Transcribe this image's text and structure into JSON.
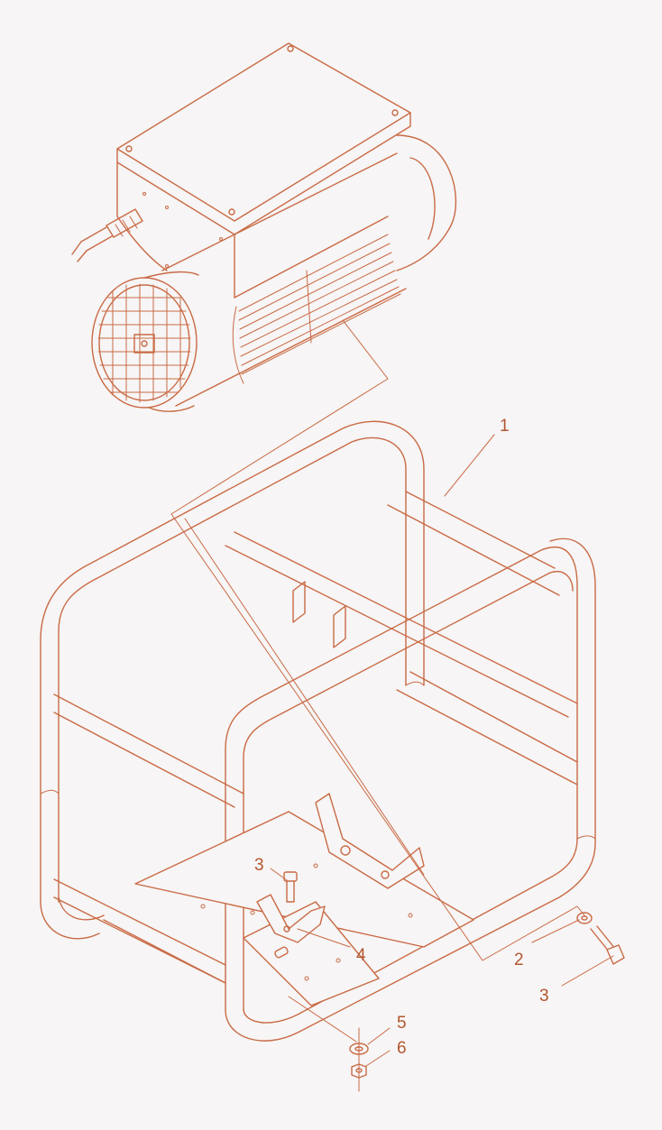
{
  "diagram": {
    "line_color": "#c96a45",
    "background": "#f7f5f5",
    "callouts": [
      {
        "id": "c1",
        "label": "1"
      },
      {
        "id": "c2",
        "label": "2"
      },
      {
        "id": "c3a",
        "label": "3"
      },
      {
        "id": "c3b",
        "label": "3"
      },
      {
        "id": "c4",
        "label": "4"
      },
      {
        "id": "c5",
        "label": "5"
      },
      {
        "id": "c6",
        "label": "6"
      }
    ]
  }
}
